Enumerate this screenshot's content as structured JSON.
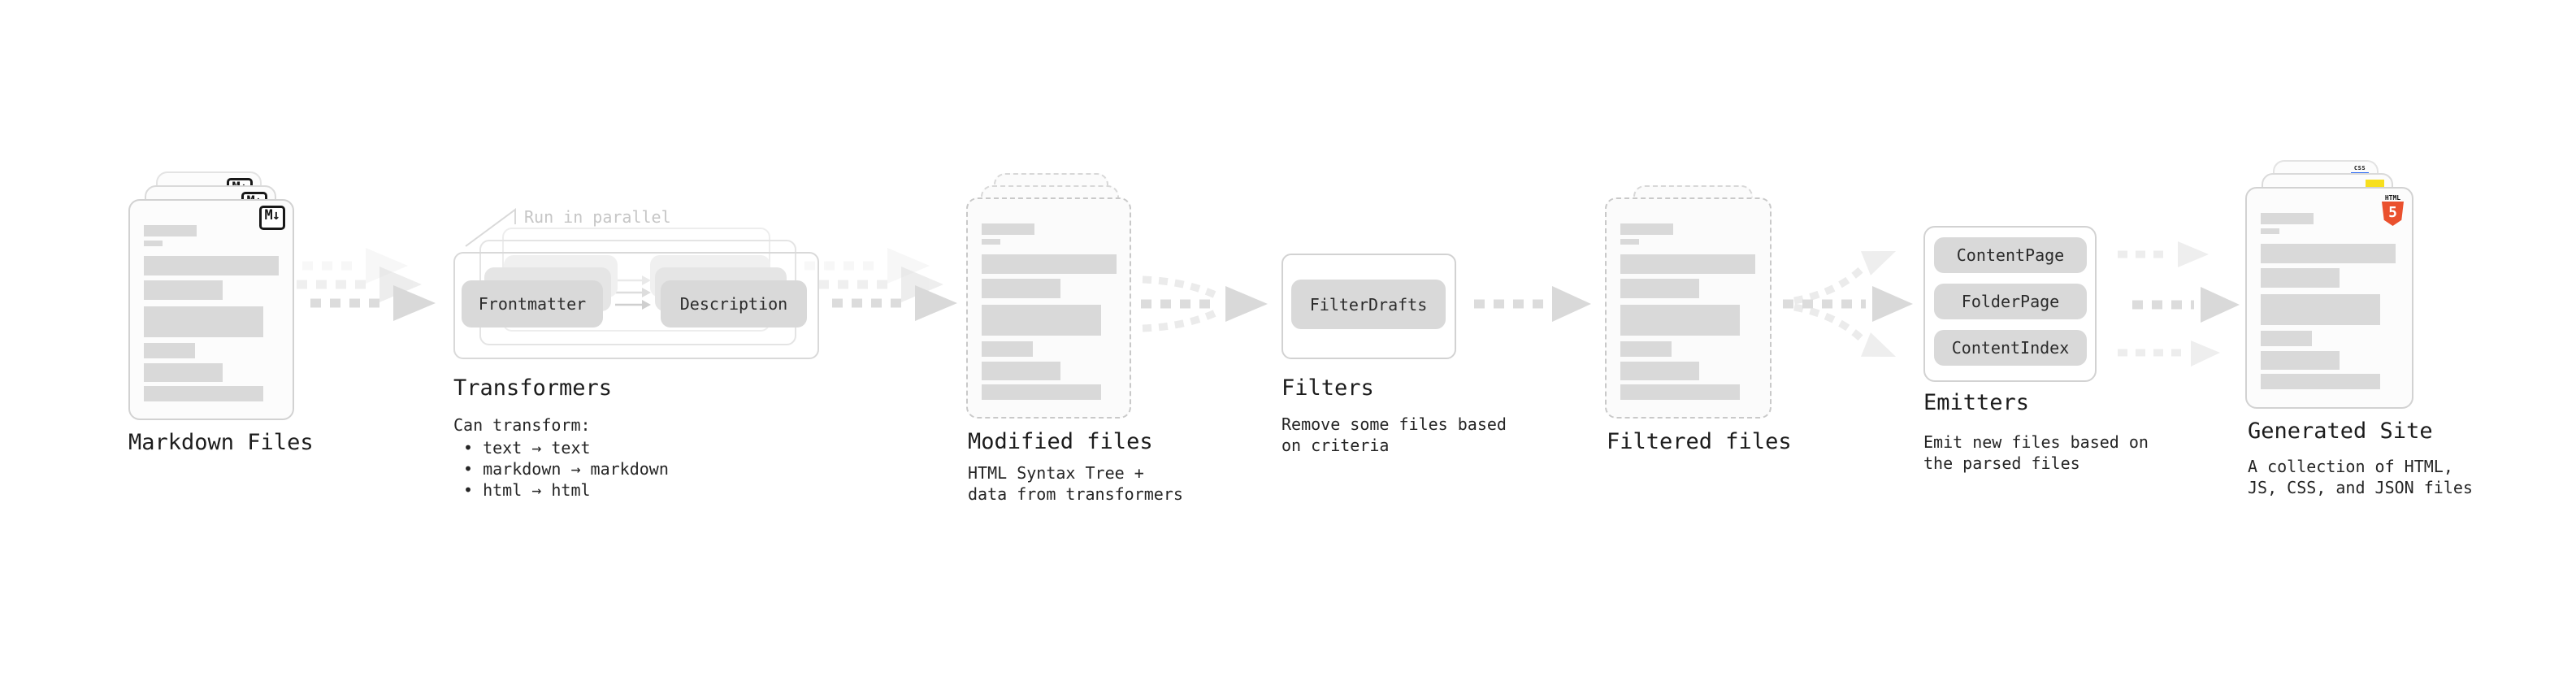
{
  "stages": {
    "markdown": {
      "label": "Markdown Files"
    },
    "transformers": {
      "label": "Transformers",
      "annotation": "Run in parallel",
      "pills": [
        "Frontmatter",
        "Description"
      ],
      "desc_title": "Can transform:",
      "bullets": [
        "• text → text",
        "• markdown → markdown",
        "• html → html"
      ]
    },
    "modified": {
      "label": "Modified files",
      "desc": [
        "HTML Syntax Tree +",
        "data from transformers"
      ]
    },
    "filters": {
      "label": "Filters",
      "pill": "FilterDrafts",
      "desc": [
        "Remove some files based",
        "on criteria"
      ]
    },
    "filtered": {
      "label": "Filtered files"
    },
    "emitters": {
      "label": "Emitters",
      "pills": [
        "ContentPage",
        "FolderPage",
        "ContentIndex"
      ],
      "desc": [
        "Emit new files based on",
        "the parsed files"
      ]
    },
    "generated": {
      "label": "Generated Site",
      "desc": [
        "A collection of HTML,",
        "JS, CSS, and JSON files"
      ]
    }
  },
  "icons": {
    "markdown": "M↓",
    "html5_label": "HTML",
    "html5_number": "5",
    "css_label": "CSS"
  },
  "colors": {
    "background": "#ffffff",
    "doc_fill": "#fcfcfc",
    "doc_border": "#d2d2d2",
    "bar_gray": "#d9d9d9",
    "pill_gray": "#d9d9d9",
    "arrow_gray": "#dcdcdc",
    "text_dark": "#1c1c1c",
    "annotation_gray": "#c6c6c6",
    "html5_orange": "#ea512e",
    "js_yellow": "#f7df1e",
    "css_blue": "#2767f4"
  }
}
